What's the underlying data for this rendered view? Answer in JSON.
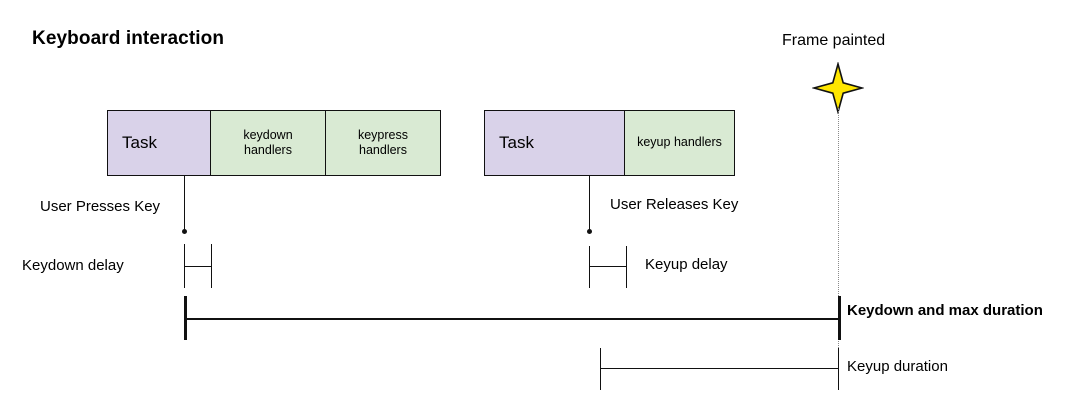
{
  "title": "Keyboard interaction",
  "colors": {
    "task_fill": "#d9d2e9",
    "handler_fill": "#d9ead3",
    "stroke": "#111111",
    "star_fill": "#ffe600",
    "guide": "#8a8a8a"
  },
  "task_groups": [
    {
      "name": "keydown-group",
      "boxes": [
        {
          "label": "Task",
          "kind": "task"
        },
        {
          "label": "keydown\nhandlers",
          "line1": "keydown",
          "line2": "handlers",
          "kind": "handler"
        },
        {
          "label": "keypress\nhandlers",
          "line1": "keypress",
          "line2": "handlers",
          "kind": "handler"
        }
      ]
    },
    {
      "name": "keyup-group",
      "boxes": [
        {
          "label": "Task",
          "kind": "task"
        },
        {
          "label": "keyup handlers",
          "line1": "keyup handlers",
          "line2": "",
          "kind": "handler"
        }
      ]
    }
  ],
  "events": {
    "press_label": "User Presses Key",
    "release_label": "User Releases Key"
  },
  "frame": {
    "label": "Frame painted",
    "star_icon": "four-point-star-icon"
  },
  "measures": [
    {
      "name": "keydown-delay",
      "label": "Keydown delay",
      "bold": false
    },
    {
      "name": "keyup-delay",
      "label": "Keyup delay",
      "bold": false
    },
    {
      "name": "keydown-max",
      "label": "Keydown and max duration",
      "bold": true
    },
    {
      "name": "keyup-duration",
      "label": "Keyup duration",
      "bold": false
    }
  ]
}
